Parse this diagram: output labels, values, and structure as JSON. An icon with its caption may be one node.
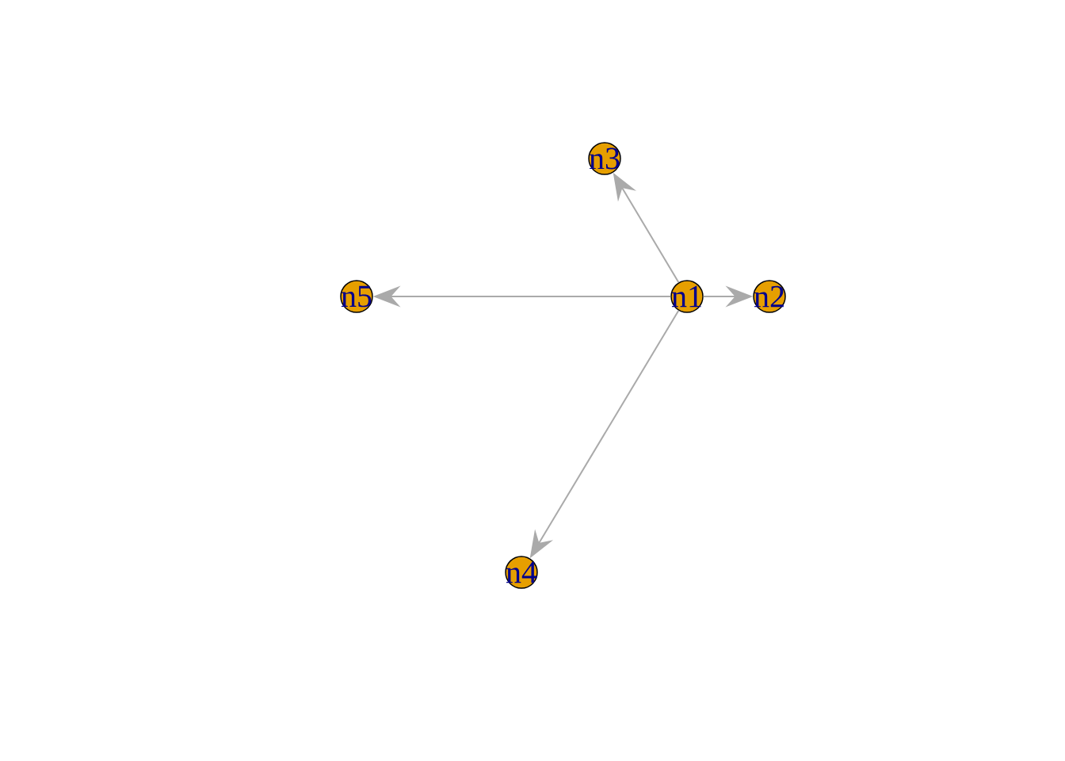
{
  "diagram": {
    "nodes": [
      {
        "text": [
          "n1"
        ]
      },
      {
        "text": [
          "n2"
        ]
      },
      {
        "text": [
          "n3"
        ]
      },
      {
        "text": [
          "n4"
        ]
      },
      {
        "text": [
          "n5"
        ]
      }
    ],
    "edges": [
      {
        "from": 0,
        "to": 1,
        "arrow": "to"
      },
      {
        "from": 0,
        "to": 2,
        "arrow": "to"
      },
      {
        "from": 0,
        "to": 3,
        "arrow": "to"
      },
      {
        "from": 0,
        "to": 4,
        "arrow": "to"
      }
    ]
  }
}
